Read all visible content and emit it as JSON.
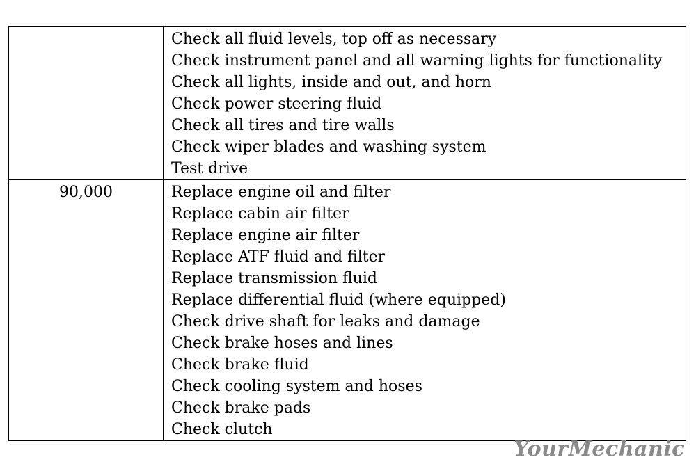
{
  "table": {
    "rows": [
      {
        "mileage": "",
        "tasks": [
          "Check all fluid levels, top off as necessary",
          "Check instrument panel and all warning lights for functionality",
          "Check all lights, inside and out, and horn",
          "Check power steering fluid",
          "Check all tires and tire walls",
          "Check wiper blades and washing system",
          "Test drive"
        ]
      },
      {
        "mileage": "90,000",
        "tasks": [
          "Replace engine oil and filter",
          "Replace cabin air filter",
          "Replace engine air filter",
          "Replace ATF fluid and filter",
          "Replace transmission fluid",
          "Replace differential fluid (where equipped)",
          "Check drive shaft for leaks and damage",
          "Check brake hoses and lines",
          "Check brake fluid",
          "Check cooling system and hoses",
          "Check brake pads",
          "Check clutch"
        ]
      }
    ]
  },
  "watermark": "YourMechanic"
}
